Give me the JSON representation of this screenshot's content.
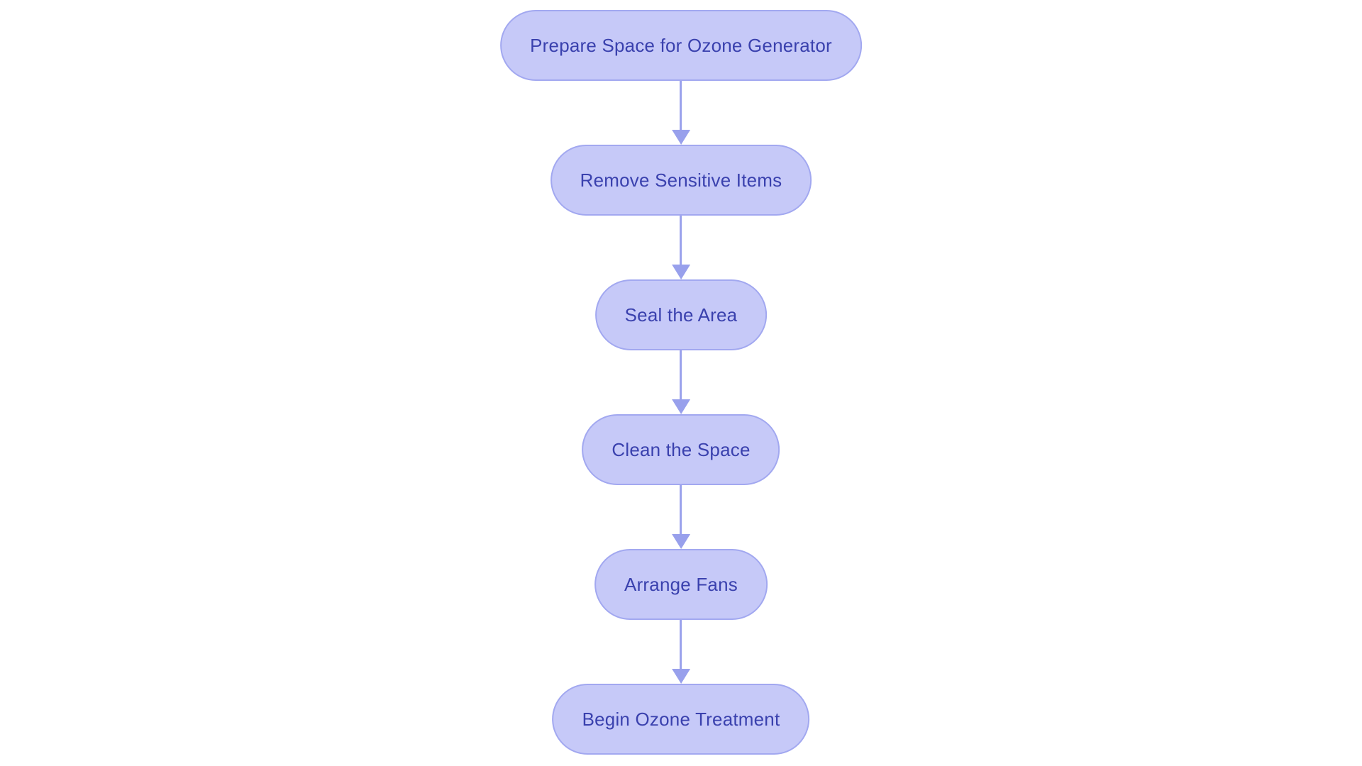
{
  "flowchart": {
    "type": "flowchart",
    "direction": "top-to-bottom",
    "nodes": [
      {
        "label": "Prepare Space for Ozone Generator"
      },
      {
        "label": "Remove Sensitive Items"
      },
      {
        "label": "Seal the Area"
      },
      {
        "label": "Clean the Space"
      },
      {
        "label": "Arrange Fans"
      },
      {
        "label": "Begin Ozone Treatment"
      }
    ],
    "connections": [
      {
        "from": 0,
        "to": 1,
        "style": "arrow-down"
      },
      {
        "from": 1,
        "to": 2,
        "style": "arrow-down"
      },
      {
        "from": 2,
        "to": 3,
        "style": "arrow-down"
      },
      {
        "from": 3,
        "to": 4,
        "style": "arrow-down"
      },
      {
        "from": 4,
        "to": 5,
        "style": "arrow-down"
      }
    ],
    "colors": {
      "background": "#ffffff",
      "node_fill": "#c6c9f8",
      "node_border": "#a2a8f0",
      "node_text": "#3a41ae",
      "arrow": "#98a0ec"
    }
  }
}
